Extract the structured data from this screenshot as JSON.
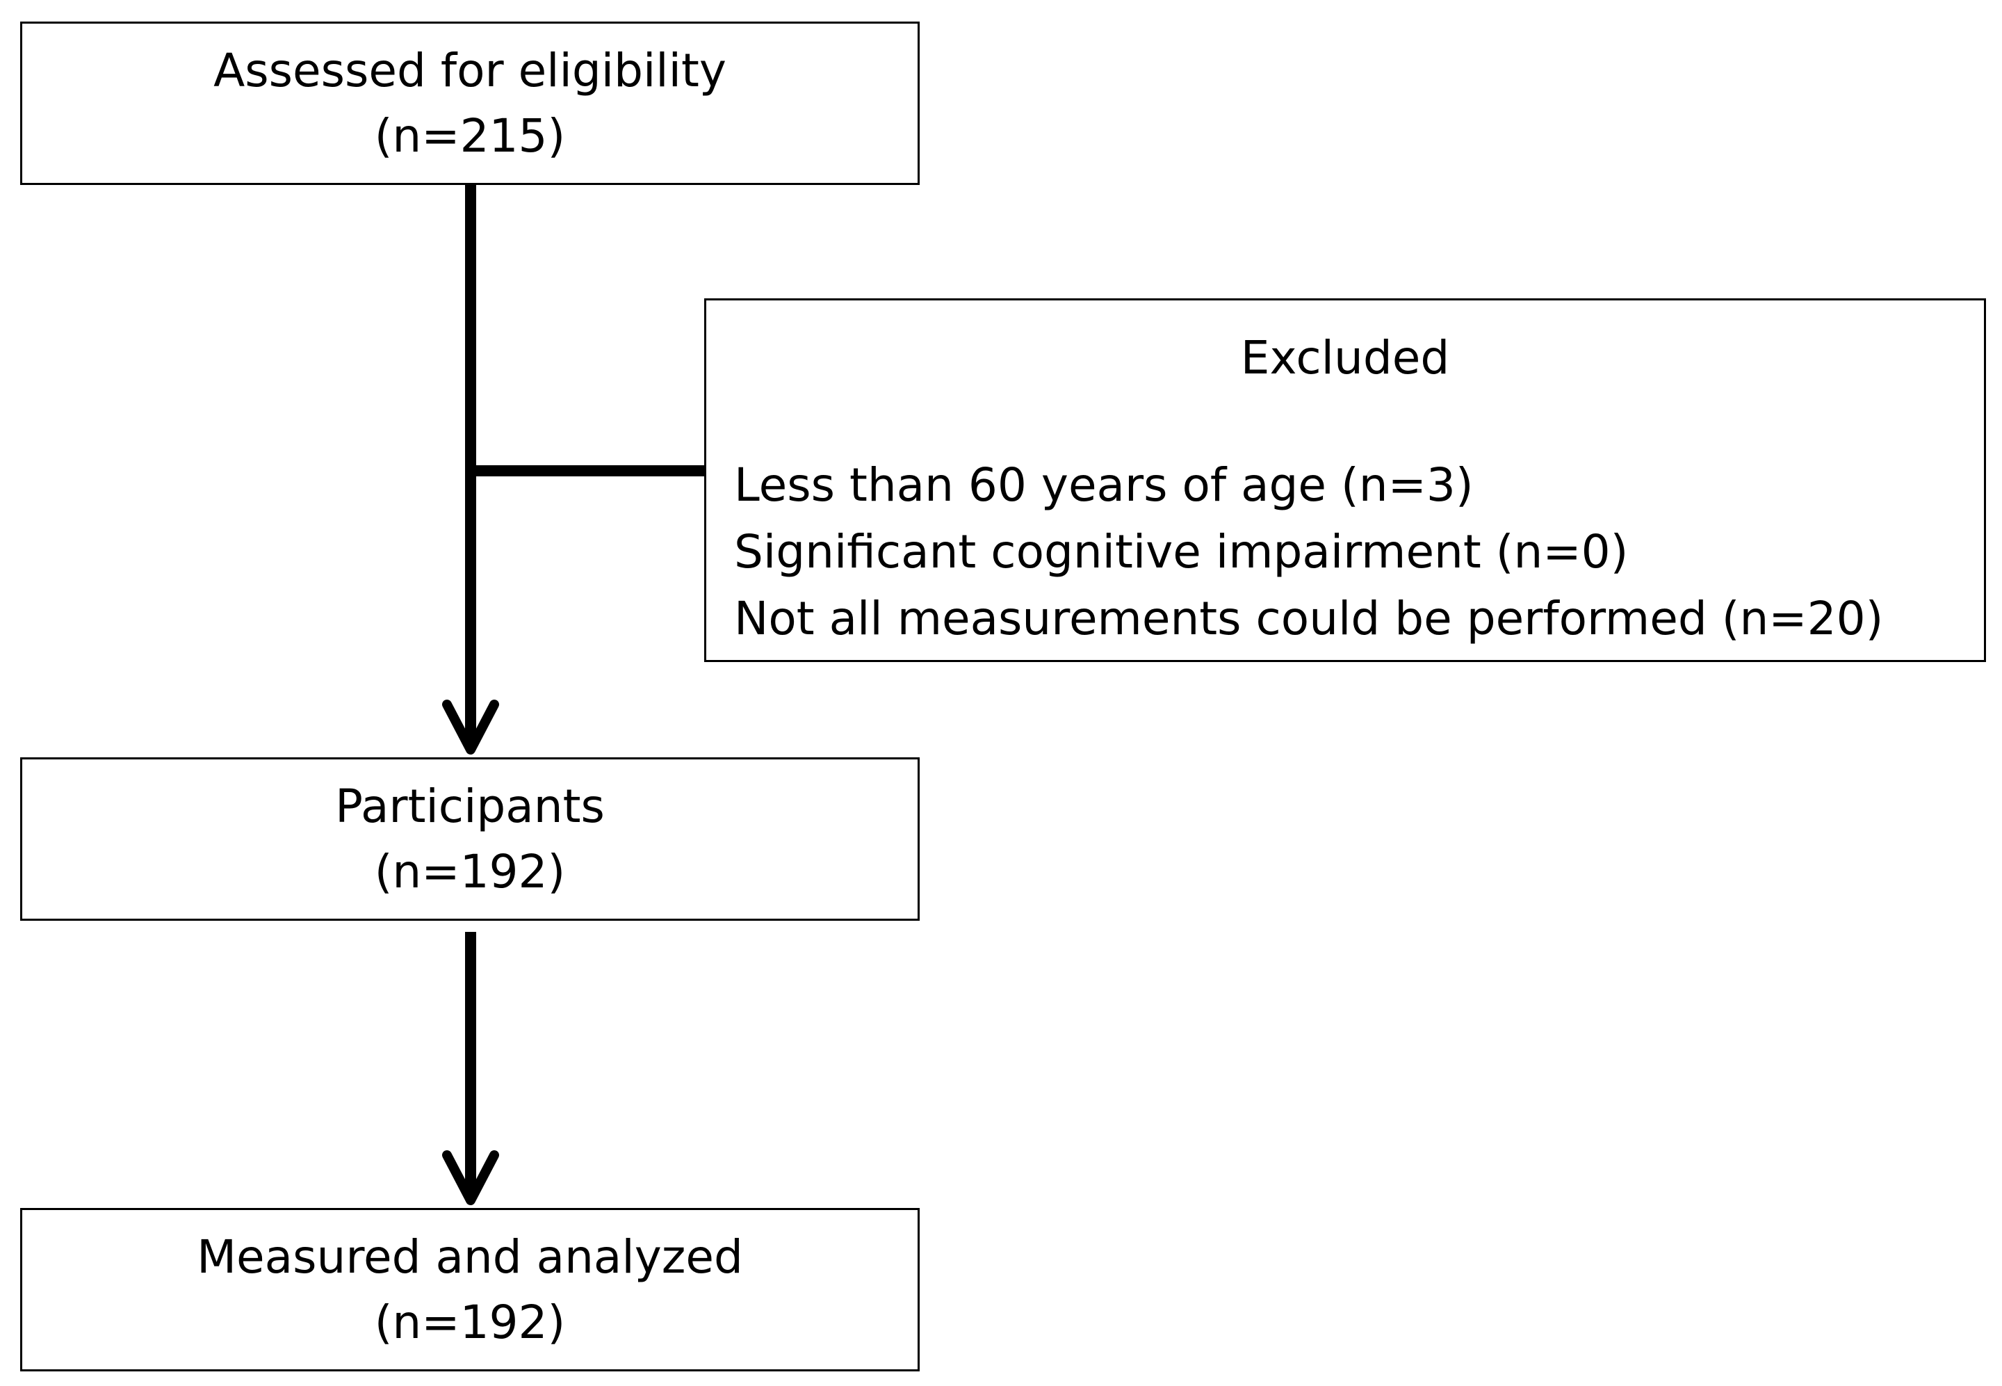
{
  "diagram": {
    "assessed": {
      "label": "Assessed for eligibility",
      "count": "(n=215)"
    },
    "excluded": {
      "title": "Excluded",
      "reasons": [
        "Less than 60 years of age (n=3)",
        "Significant cognitive impairment (n=0)",
        "Not all measurements could be performed (n=20)"
      ]
    },
    "participants": {
      "label": "Participants",
      "count": "(n=192)"
    },
    "measured": {
      "label": "Measured and analyzed",
      "count": "(n=192)"
    },
    "colors": {
      "stroke": "#000000",
      "background": "#ffffff"
    }
  }
}
